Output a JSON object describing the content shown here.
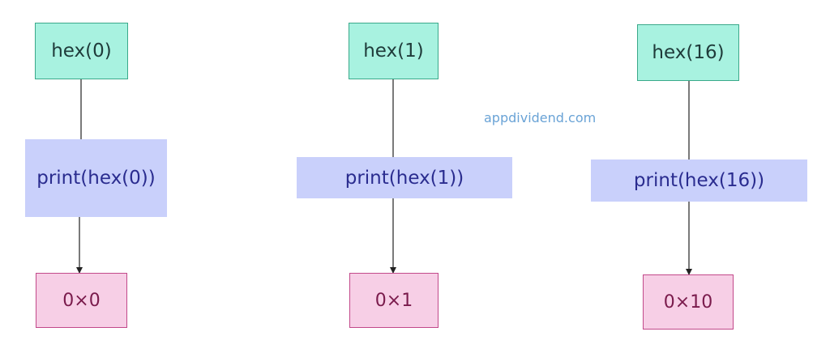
{
  "columns": [
    {
      "input": "hex(0)",
      "call": "print(hex(0))",
      "output": "0×0"
    },
    {
      "input": "hex(1)",
      "call": "print(hex(1))",
      "output": "0×1"
    },
    {
      "input": "hex(16)",
      "call": "print(hex(16))",
      "output": "0×10"
    }
  ],
  "watermark": "appdividend.com",
  "colors": {
    "input_fill": "#a8f2e0",
    "input_border": "#3aa98a",
    "call_fill": "#c9d0fb",
    "output_fill": "#f7cfe6",
    "output_border": "#c2498a",
    "connector": "#222222"
  }
}
